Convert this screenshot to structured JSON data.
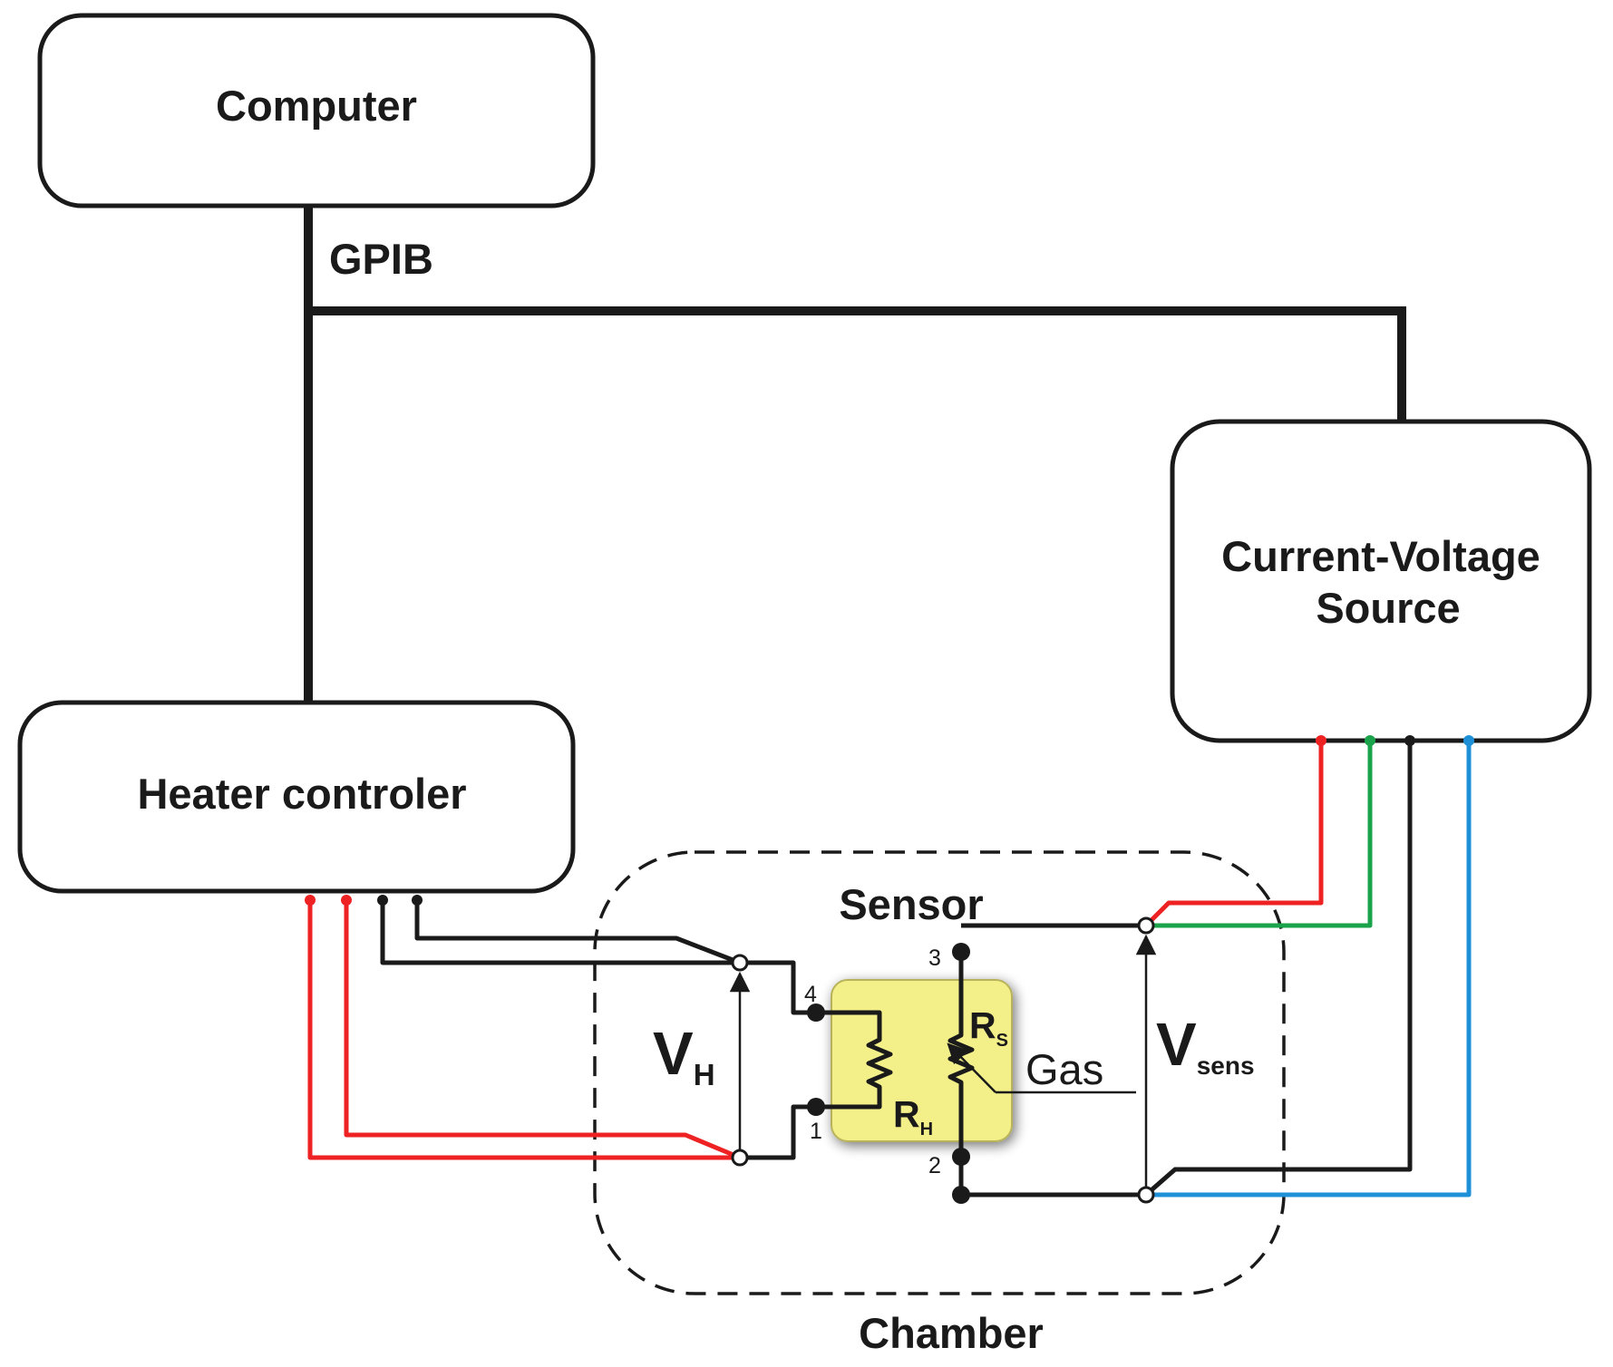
{
  "colors": {
    "wire_red": "#ee2222",
    "wire_green": "#1aa34a",
    "wire_blue": "#1e90d8",
    "wire_black": "#1a1a1a",
    "sensor_fill": "#f3f08a",
    "sensor_border": "#b8b25a"
  },
  "nodes": {
    "computer": "Computer",
    "heater": "Heater controler",
    "source_line1": "Current-Voltage",
    "source_line2": "Source"
  },
  "bus_label": "GPIB",
  "chamber_label": "Chamber",
  "sensor_label": "Sensor",
  "gas_label": "Gas",
  "voltages": {
    "vh_main": "V",
    "vh_sub": "H",
    "vsens_main": "V",
    "vsens_sub": "sens"
  },
  "resistors": {
    "rs_main": "R",
    "rs_sub": "S",
    "rh_main": "R",
    "rh_sub": "H"
  },
  "pins": {
    "p1": "1",
    "p2": "2",
    "p3": "3",
    "p4": "4"
  }
}
